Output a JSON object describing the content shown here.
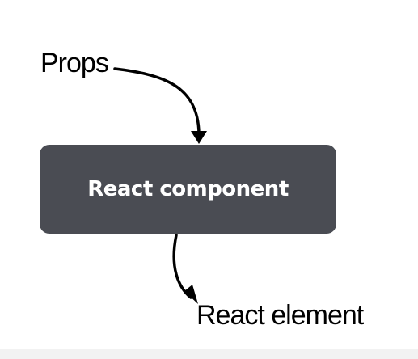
{
  "diagram": {
    "input_label": "Props",
    "component_label": "React component",
    "output_label": "React element"
  },
  "colors": {
    "component_fill": "#4a4c53",
    "component_text": "#ffffff",
    "arrow": "#000000",
    "text": "#000000",
    "background": "#ffffff"
  }
}
